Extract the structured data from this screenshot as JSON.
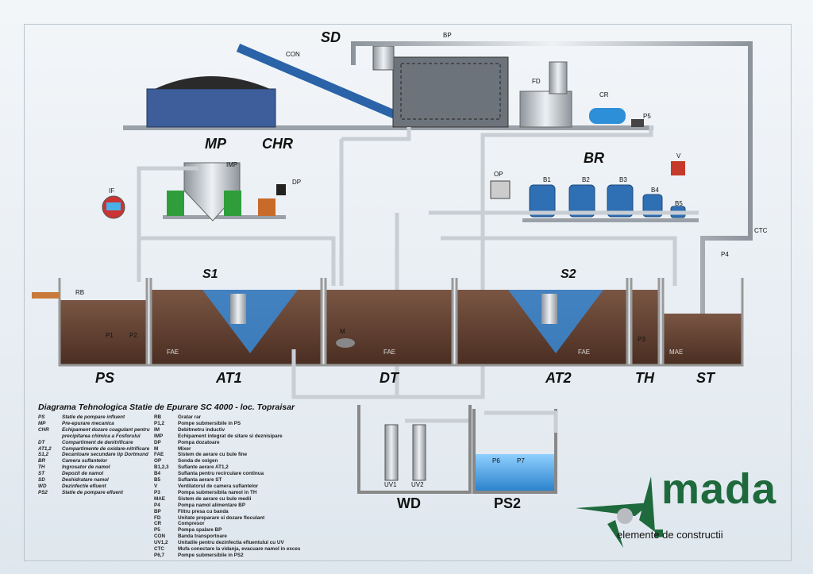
{
  "labels": {
    "SD": "SD",
    "MP": "MP",
    "CHR": "CHR",
    "BR": "BR",
    "S1": "S1",
    "S2": "S2",
    "PS": "PS",
    "AT1": "AT1",
    "DT": "DT",
    "AT2": "AT2",
    "TH": "TH",
    "ST": "ST",
    "WD": "WD",
    "PS2": "PS2"
  },
  "small": {
    "BP": "BP",
    "CON": "CON",
    "FD": "FD",
    "CR": "CR",
    "P5": "P5",
    "IMP": "IMP",
    "DP": "DP",
    "IF": "IF",
    "OP": "OP",
    "B1": "B1",
    "B2": "B2",
    "B3": "B3",
    "B4": "B4",
    "B5": "B5",
    "V": "V",
    "CTC": "CTC",
    "P4": "P4",
    "RB": "RB",
    "P1": "P1",
    "P2": "P2",
    "M": "M",
    "FAE1": "FAE",
    "FAE2": "FAE",
    "FAE3": "FAE",
    "P3": "P3",
    "MAE": "MAE",
    "UV1": "UV1",
    "UV2": "UV2",
    "P6": "P6",
    "P7": "P7"
  },
  "title": "Diagrama Tehnologica Statie de Epurare SC 4000 - loc. Topraisar",
  "legend_left": [
    {
      "k": "PS",
      "v": "Statie de pompare influent"
    },
    {
      "k": "MP",
      "v": "Pre-epurare mecanica"
    },
    {
      "k": "CHR",
      "v": "Echipament dozare coagulant pentru precipitarea chimica a Fosforului"
    },
    {
      "k": "DT",
      "v": "Compartiment de denitrificare"
    },
    {
      "k": "AT1,2",
      "v": "Compartimente de oxidare-nitrificare"
    },
    {
      "k": "S1,2",
      "v": "Decantoare secundare tip Dortmund"
    },
    {
      "k": "BR",
      "v": "Camera suflantelor"
    },
    {
      "k": "TH",
      "v": "Ingrosator de namol"
    },
    {
      "k": "ST",
      "v": "Depozit de namol"
    },
    {
      "k": "SD",
      "v": "Deshidratare namol"
    },
    {
      "k": "WD",
      "v": "Dezinfectie efluent"
    },
    {
      "k": "PS2",
      "v": "Statie de pompare efluent"
    }
  ],
  "legend_right": [
    {
      "k": "RB",
      "v": "Gratar rar"
    },
    {
      "k": "P1,2",
      "v": "Pompe submersibile in PS"
    },
    {
      "k": "IM",
      "v": "Debitmetru inductiv"
    },
    {
      "k": "IMP",
      "v": "Echipament integrat de sitare si deznisipare"
    },
    {
      "k": "DP",
      "v": "Pompa dozatoare"
    },
    {
      "k": "M",
      "v": "Mixer"
    },
    {
      "k": "FAE",
      "v": "Sistem de aerare cu bule fine"
    },
    {
      "k": "OP",
      "v": "Sonda de oxigen"
    },
    {
      "k": "B1,2,3",
      "v": "Suflante aerare AT1,2"
    },
    {
      "k": "B4",
      "v": "Suflanta pentru recirculare continua"
    },
    {
      "k": "B5",
      "v": "Suflanta aerare ST"
    },
    {
      "k": "V",
      "v": "Ventilatorul de camera suflantelor"
    },
    {
      "k": "P3",
      "v": "Pompa submersibila namol in TH"
    },
    {
      "k": "MAE",
      "v": "Sistem de aerare cu bule medii"
    },
    {
      "k": "P4",
      "v": "Pompa namol alimentare BP"
    },
    {
      "k": "BP",
      "v": "Filtru presa cu banda"
    },
    {
      "k": "FD",
      "v": "Unitate preparare si dozare floculant"
    },
    {
      "k": "CR",
      "v": "Compresor"
    },
    {
      "k": "P5",
      "v": "Pompa spalare BP"
    },
    {
      "k": "CON",
      "v": "Banda transportoare"
    },
    {
      "k": "UV1,2",
      "v": "Unitatile pentru dezinfectia efluentului cu UV"
    },
    {
      "k": "CTC",
      "v": "Mufa conectare la vidanja, evacuare namol in exces"
    },
    {
      "k": "P6,7",
      "v": "Pompe submersibile in PS2"
    }
  ],
  "logo": {
    "word": "mada",
    "tagline": "elemente de constructii"
  },
  "colors": {
    "sludge": "#6b4a3a",
    "water": "#4aa3e0",
    "pipe": "#c9ced4",
    "brand": "#1e6a3c",
    "blower": "#2f6fb3"
  }
}
